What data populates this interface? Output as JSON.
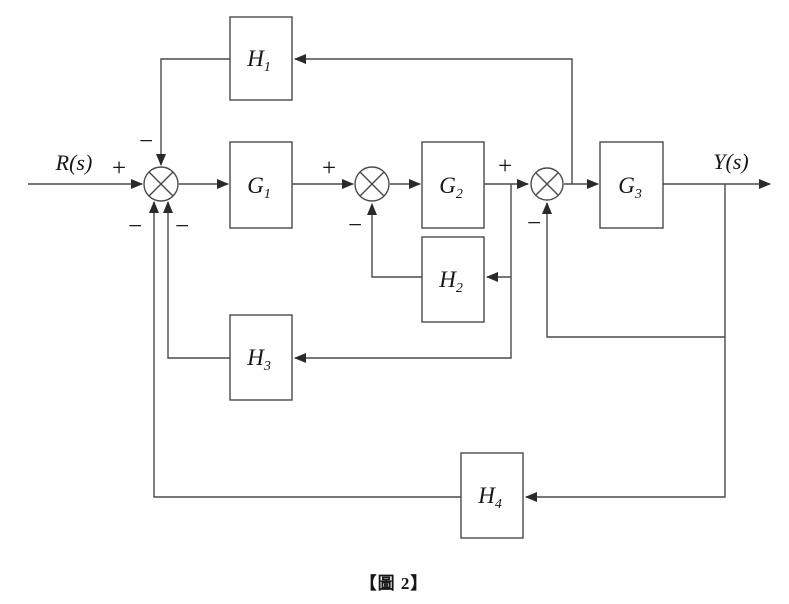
{
  "figure": {
    "caption": "【圖 2】",
    "input_label": "R(s)",
    "output_label": "Y(s)"
  },
  "blocks": {
    "g1": {
      "main": "G",
      "sub": "1"
    },
    "g2": {
      "main": "G",
      "sub": "2"
    },
    "g3": {
      "main": "G",
      "sub": "3"
    },
    "h1": {
      "main": "H",
      "sub": "1"
    },
    "h2": {
      "main": "H",
      "sub": "2"
    },
    "h3": {
      "main": "H",
      "sub": "3"
    },
    "h4": {
      "main": "H",
      "sub": "4"
    }
  },
  "signs": {
    "sj1_plus": "+",
    "sj1_minus_top": "−",
    "sj1_minus_bottom_left": "−",
    "sj1_minus_bottom_right": "−",
    "sj2_plus": "+",
    "sj2_minus": "−",
    "sj3_plus": "+",
    "sj3_minus": "−"
  },
  "colors": {
    "line": "#4a4a4a",
    "text": "#161616"
  }
}
